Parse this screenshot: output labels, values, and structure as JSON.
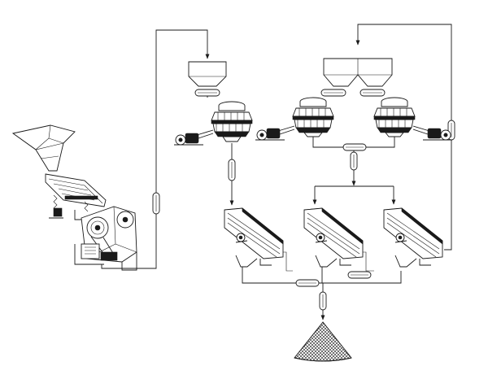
{
  "diagram": {
    "title": "",
    "nodes": [
      {
        "id": "feed-hopper"
      },
      {
        "id": "vibrating-feeder"
      },
      {
        "id": "jaw-crusher"
      },
      {
        "id": "bin-1"
      },
      {
        "id": "bin-2"
      },
      {
        "id": "cone-crusher-1"
      },
      {
        "id": "cone-crusher-2"
      },
      {
        "id": "cone-crusher-3"
      },
      {
        "id": "screen-1"
      },
      {
        "id": "screen-2"
      },
      {
        "id": "screen-3"
      },
      {
        "id": "stockpile"
      }
    ],
    "edges": [
      {
        "from": "jaw-crusher",
        "to": "bin-1"
      },
      {
        "from": "bin-1",
        "to": "cone-crusher-1"
      },
      {
        "from": "bin-2",
        "to": "cone-crusher-2"
      },
      {
        "from": "bin-2",
        "to": "cone-crusher-3"
      },
      {
        "from": "cone-crusher-1",
        "to": "screen-1"
      },
      {
        "from": "cone-crusher-2",
        "to": "screen-2"
      },
      {
        "from": "cone-crusher-3",
        "to": "screen-2"
      },
      {
        "from": "cone-crusher-3",
        "to": "screen-3"
      },
      {
        "from": "screen-1",
        "to": "stockpile"
      },
      {
        "from": "screen-2",
        "to": "stockpile"
      },
      {
        "from": "screen-3",
        "to": "stockpile"
      },
      {
        "from": "screen-3",
        "to": "bin-2"
      }
    ],
    "colors": {
      "line": "#1a1a1a",
      "fill": "#ffffff",
      "shade": "#8c8c8c"
    }
  }
}
